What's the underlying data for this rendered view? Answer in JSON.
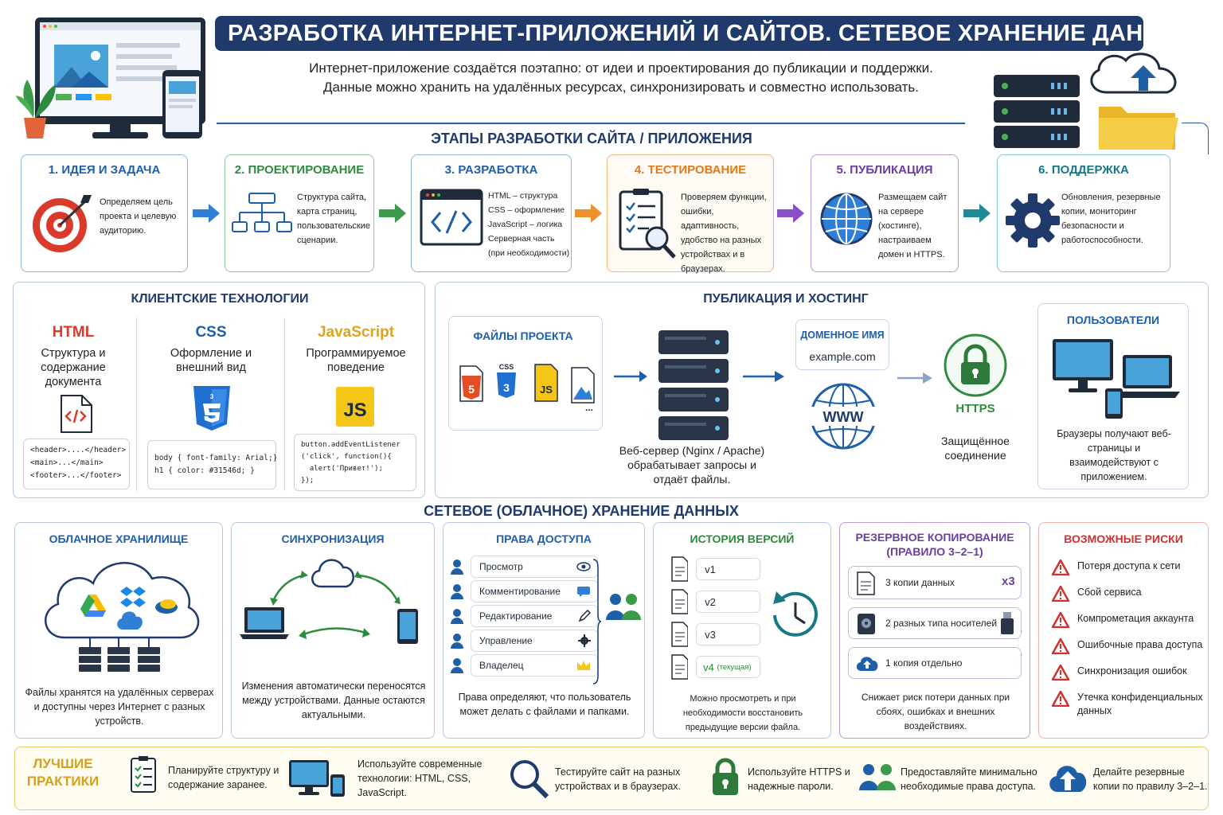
{
  "title": "РАЗРАБОТКА ИНТЕРНЕТ-ПРИЛОЖЕНИЙ И САЙТОВ. СЕТЕВОЕ ХРАНЕНИЕ ДАННЫХ",
  "intro": {
    "line1": "Интернет-приложение создаётся поэтапно: от идеи и проектирования до публикации и поддержки.",
    "line2": "Данные можно хранить на удалённых ресурсах, синхронизировать и совместно использовать."
  },
  "stages": {
    "title": "ЭТАПЫ РАЗРАБОТКИ САЙТА / ПРИЛОЖЕНИЯ",
    "items": [
      {
        "title": "1. ИДЕЯ И ЗАДАЧА",
        "text": "Определяем цель проекта и целевую аудиторию.",
        "color": "#1f5fa8",
        "icon": "target-icon"
      },
      {
        "title": "2. ПРОЕКТИРОВАНИЕ",
        "text": "Структура сайта, карта страниц, пользовательские сценарии.",
        "color": "#2e8b3e",
        "icon": "sitemap-icon"
      },
      {
        "title": "3. РАЗРАБОТКА",
        "text": "HTML – структура CSS – оформление JavaScript – логика Серверная часть (при необходимости)",
        "color": "#1f5fa8",
        "icon": "code-window-icon"
      },
      {
        "title": "4. ТЕСТИРОВАНИЕ",
        "text": "Проверяем функции, ошибки, адаптивность, удобство на разных устройствах и в браузерах.",
        "color": "#e07a1a",
        "icon": "checklist-magnifier-icon"
      },
      {
        "title": "5. ПУБЛИКАЦИЯ",
        "text": "Размещаем сайт на сервере (хостинге), настраиваем домен и HTTPS.",
        "color": "#6a3fa0",
        "icon": "globe-icon"
      },
      {
        "title": "6. ПОДДЕРЖКА",
        "text": "Обновления, резервные копии, мониторинг безопасности и работоспособности.",
        "color": "#167a86",
        "icon": "gear-icon"
      }
    ]
  },
  "client": {
    "title": "КЛИЕНТСКИЕ ТЕХНОЛОГИИ",
    "html": {
      "name": "HTML",
      "desc": "Структура и содержание документа",
      "code": "<header>....</header>\n<main>...</main>\n<footer>...</footer>"
    },
    "css": {
      "name": "CSS",
      "desc": "Оформление и внешний вид",
      "code": "body { font-family: Arial;}\nh1 { color: #31546d; }"
    },
    "js": {
      "name": "JavaScript",
      "desc": "Программируемое поведение",
      "code": "button.addEventListener\n('click', function(){\n  alert('Привет!');\n});"
    }
  },
  "hosting": {
    "title": "ПУБЛИКАЦИЯ И ХОСТИНГ",
    "files_title": "ФАЙЛЫ ПРОЕКТА",
    "css_label": "CSS",
    "js_label": "JS",
    "more": "...",
    "server_text": "Веб-сервер (Nginx / Apache) обрабатывает запросы и отдаёт файлы.",
    "domain_title": "ДОМЕННОЕ ИМЯ",
    "domain_value": "example.com",
    "www": "WWW",
    "https": "HTTPS",
    "https_text": "Защищённое соединение",
    "users_title": "ПОЛЬЗОВАТЕЛИ",
    "users_text": "Браузеры получают веб-страницы и взаимодействуют с приложением."
  },
  "storage": {
    "title": "СЕТЕВОЕ (ОБЛАЧНОЕ) ХРАНЕНИЕ ДАННЫХ",
    "cloud": {
      "title": "ОБЛАЧНОЕ ХРАНИЛИЩЕ",
      "text": "Файлы хранятся на удалённых серверах и доступны через Интернет с разных устройств."
    },
    "sync": {
      "title": "СИНХРОНИЗАЦИЯ",
      "text": "Изменения автоматически переносятся между устройствами. Данные остаются актуальными."
    },
    "access": {
      "title": "ПРАВА ДОСТУПА",
      "items": [
        "Просмотр",
        "Комментирование",
        "Редактирование",
        "Управление",
        "Владелец"
      ],
      "text": "Права определяют, что пользователь может делать с файлами и папками."
    },
    "versions": {
      "title": "ИСТОРИЯ ВЕРСИЙ",
      "items": [
        "v1",
        "v2",
        "v3",
        "v4"
      ],
      "current": "(текущая)",
      "text": "Можно просмотреть и при необходимости восстановить предыдущие версии файла."
    },
    "backup": {
      "title1": "РЕЗЕРВНОЕ КОПИРОВАНИЕ",
      "title2": "(ПРАВИЛО 3–2–1)",
      "items": [
        "3 копии данных",
        "2 разных типа носителей",
        "1 копия отдельно"
      ],
      "x3": "x3",
      "text": "Снижает риск потери данных при сбоях, ошибках и внешних воздействиях."
    },
    "risks": {
      "title": "ВОЗМОЖНЫЕ РИСКИ",
      "items": [
        "Потеря доступа к сети",
        "Сбой сервиса",
        "Компрометация аккаунта",
        "Ошибочные права доступа",
        "Синхронизация ошибок",
        "Утечка конфиденциальных данных"
      ]
    }
  },
  "best": {
    "title1": "ЛУЧШИЕ",
    "title2": "ПРАКТИКИ",
    "items": [
      "Планируйте структуру и содержание заранее.",
      "Используйте современные технологии: HTML, CSS, JavaScript.",
      "Тестируйте сайт на разных устройствах и в браузерах.",
      "Используйте HTTPS и надежные пароли.",
      "Предоставляйте минимально необходимые права доступа.",
      "Делайте резервные копии по правилу 3–2–1."
    ]
  },
  "colors": {
    "navy": "#1f3a6b",
    "blue": "#1f5fa8",
    "green": "#2e8b3e",
    "orange": "#e07a1a",
    "purple": "#6a3fa0",
    "teal": "#167a86",
    "red": "#d32f2f"
  }
}
